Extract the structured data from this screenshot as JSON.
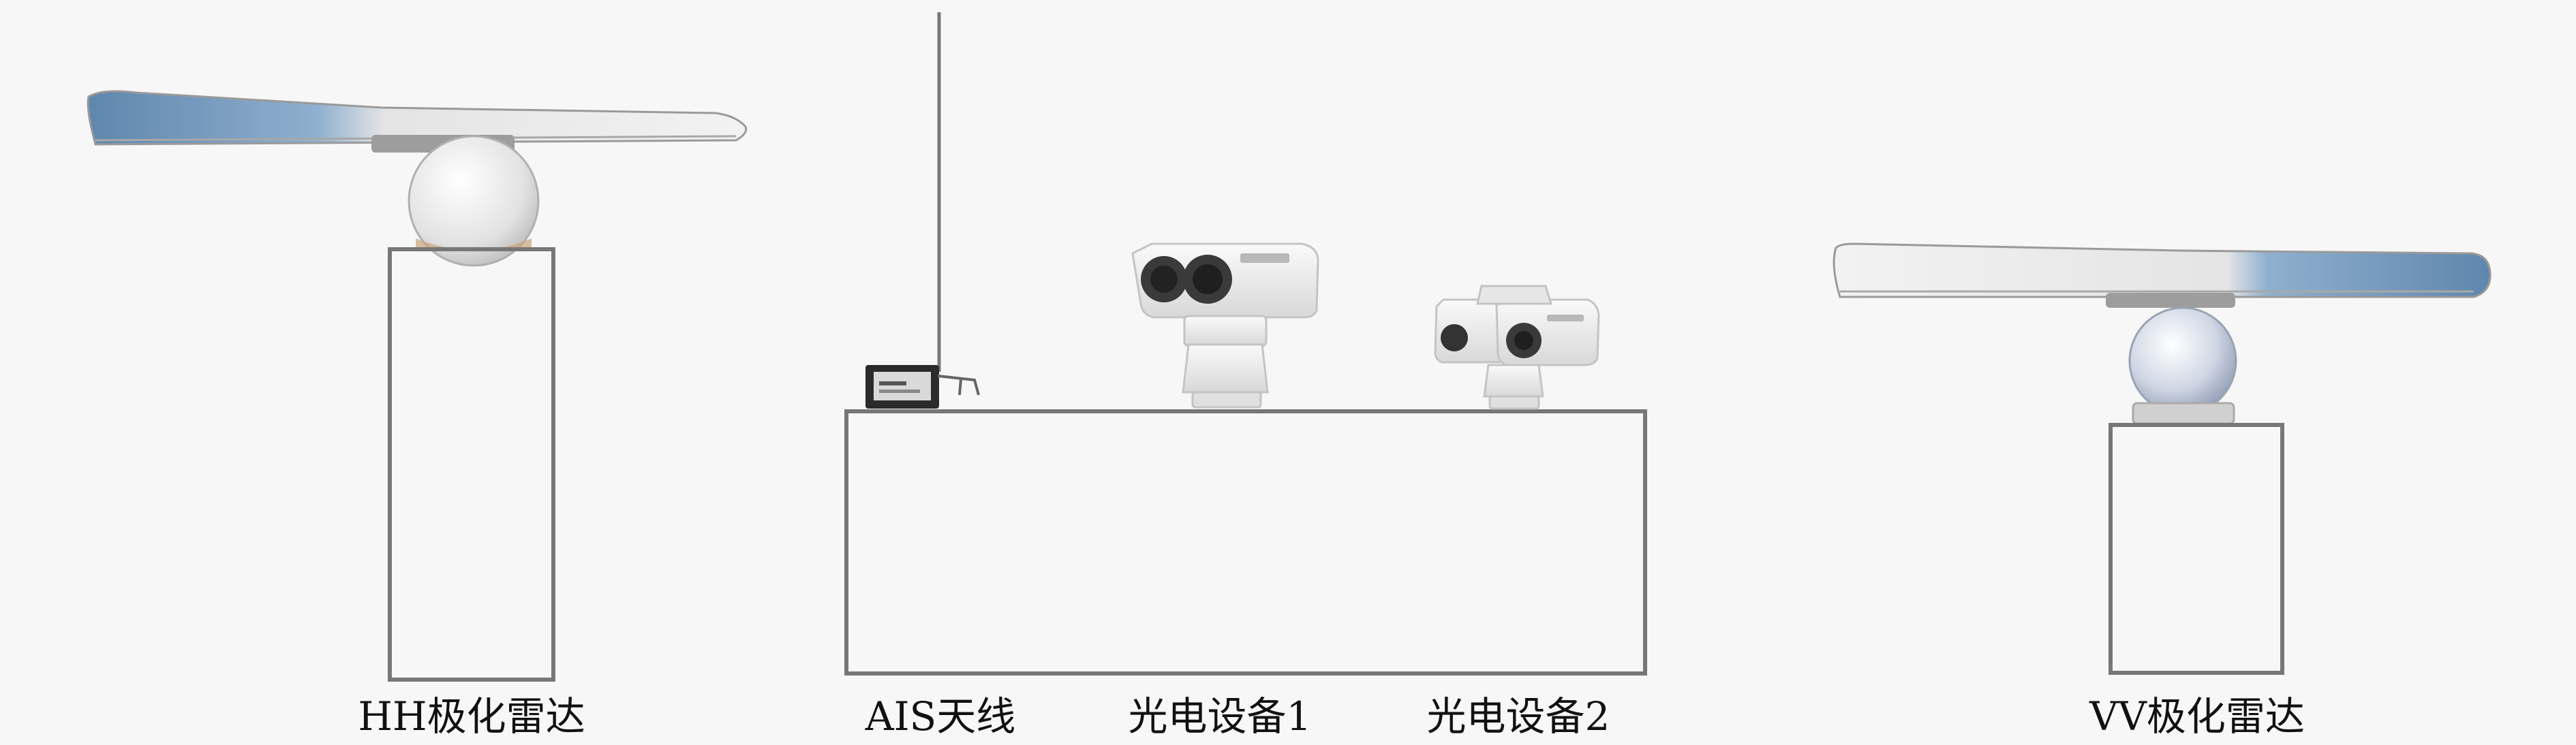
{
  "labels": {
    "hh_radar": "HH极化雷达",
    "ais_antenna": "AIS天线",
    "eo_device_1": "光电设备1",
    "eo_device_2": "光电设备2",
    "vv_radar": "VV极化雷达"
  },
  "colors": {
    "background": "#f7f7f7",
    "pedestal_stroke": "#777777",
    "radar_blue": "#6f93b8",
    "radar_white": "#e9e9e9",
    "device_white": "#efefef",
    "lens_dark": "#3a3a3a"
  }
}
